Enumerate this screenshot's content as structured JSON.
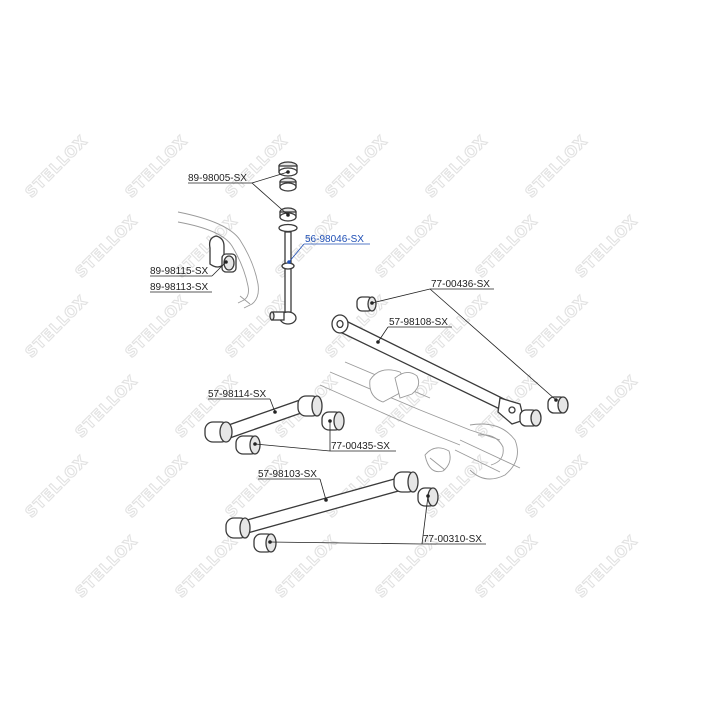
{
  "watermark": "STELLOX",
  "diagram": {
    "labels": {
      "bushing_98005": "89-98005-SX",
      "link_98046": "56-98046-SX",
      "bush_98115": "89-98115-SX",
      "bush_98113": "89-98113-SX",
      "bush_00436": "77-00436-SX",
      "arm_98108": "57-98108-SX",
      "arm_98114": "57-98114-SX",
      "bush_00435": "77-00435-SX",
      "arm_98103": "57-98103-SX",
      "bush_00310": "77-00310-SX"
    },
    "highlighted_part": "56-98046-SX"
  },
  "colors": {
    "highlight": "#1f4fb5",
    "lines": "#222222",
    "watermark": "#e2e2e2"
  }
}
